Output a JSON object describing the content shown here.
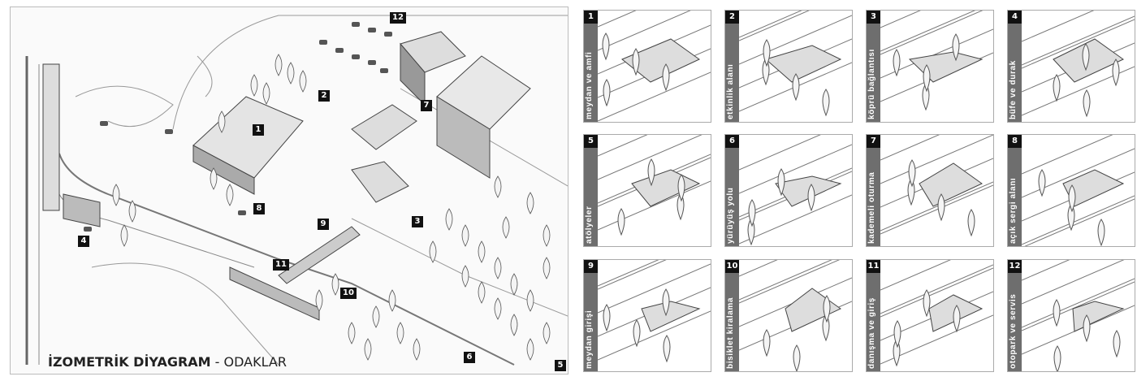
{
  "main": {
    "title_bold": "İZOMETRİK DİYAGRAM",
    "title_rest": " - ODAKLAR",
    "markers": [
      "1",
      "2",
      "3",
      "4",
      "5",
      "6",
      "7",
      "8",
      "9",
      "10",
      "11",
      "12"
    ]
  },
  "panels": [
    {
      "num": "1",
      "label": "meydan ve amfi"
    },
    {
      "num": "2",
      "label": "etkinlik alanı"
    },
    {
      "num": "3",
      "label": "köprü bağlantısı"
    },
    {
      "num": "4",
      "label": "büfe ve durak"
    },
    {
      "num": "5",
      "label": "atölyeler"
    },
    {
      "num": "6",
      "label": "yürüyüş yolu"
    },
    {
      "num": "7",
      "label": "kademeli oturma"
    },
    {
      "num": "8",
      "label": "açık sergi alanı"
    },
    {
      "num": "9",
      "label": "meydan girişi"
    },
    {
      "num": "10",
      "label": "bisiklet kiralama"
    },
    {
      "num": "11",
      "label": "danışma ve giriş"
    },
    {
      "num": "12",
      "label": "otopark ve servis"
    }
  ],
  "colors": {
    "strip": "#6e6e6e",
    "badge": "#111111"
  }
}
